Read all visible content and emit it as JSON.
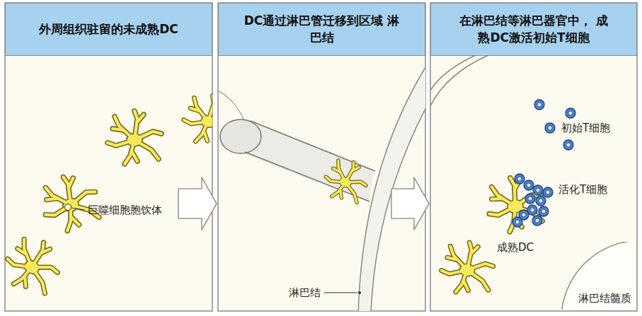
{
  "diagram": {
    "nodes": [
      {
        "text": [
          "外周组织驻留的未成熟DC"
        ]
      },
      {
        "text": [
          "DC通过淋巴管迁移到区域 淋巴结"
        ]
      },
      {
        "text": [
          "在淋巴结等淋巴器官中， 成熟DC激活初始T细胞"
        ]
      },
      {
        "text": [
          "淋巴结髓质"
        ],
        "in": 2
      }
    ],
    "edges": [
      {
        "from": 0,
        "to": 1,
        "arrow": "to"
      },
      {
        "from": 1,
        "to": 2,
        "arrow": "to"
      }
    ],
    "labels": [
      "巨噬细胞胞饮体",
      "淋巴结",
      "初始T细胞",
      "活化T细胞",
      "成熟DC"
    ]
  }
}
